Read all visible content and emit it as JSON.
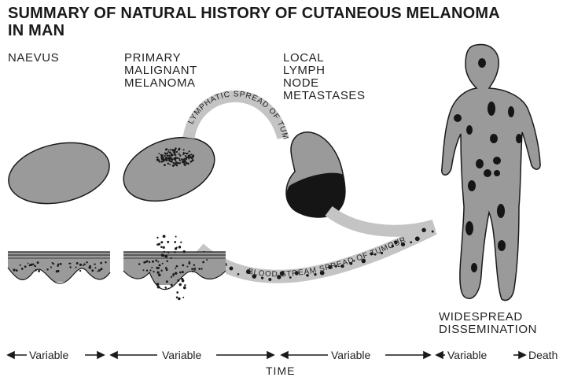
{
  "title": {
    "line1": "SUMMARY OF NATURAL  HISTORY OF CUTANEOUS MELANOMA",
    "line2": "IN MAN"
  },
  "stages": {
    "naevus": "NAEVUS",
    "primary": [
      "PRIMARY",
      "MALIGNANT",
      "MELANOMA"
    ],
    "lymph_node": [
      "LOCAL",
      "LYMPH",
      "NODE",
      "METASTASES"
    ],
    "dissemination": [
      "WIDESPREAD",
      "DISSEMINATION"
    ]
  },
  "arrows": {
    "lymphatic": "LYMPHATIC SPREAD OF TUMOUR",
    "blood": "BLOOD STREAM SPREAD OF TUMOUR"
  },
  "timeline": {
    "segments": [
      "Variable",
      "Variable",
      "Variable",
      "Variable"
    ],
    "end": "Death",
    "axis_label": "TIME"
  },
  "colors": {
    "ink": "#1a1a1a",
    "tissue": "#9a9a9a",
    "band": "#c4c4c4",
    "node_dark": "#151515"
  }
}
